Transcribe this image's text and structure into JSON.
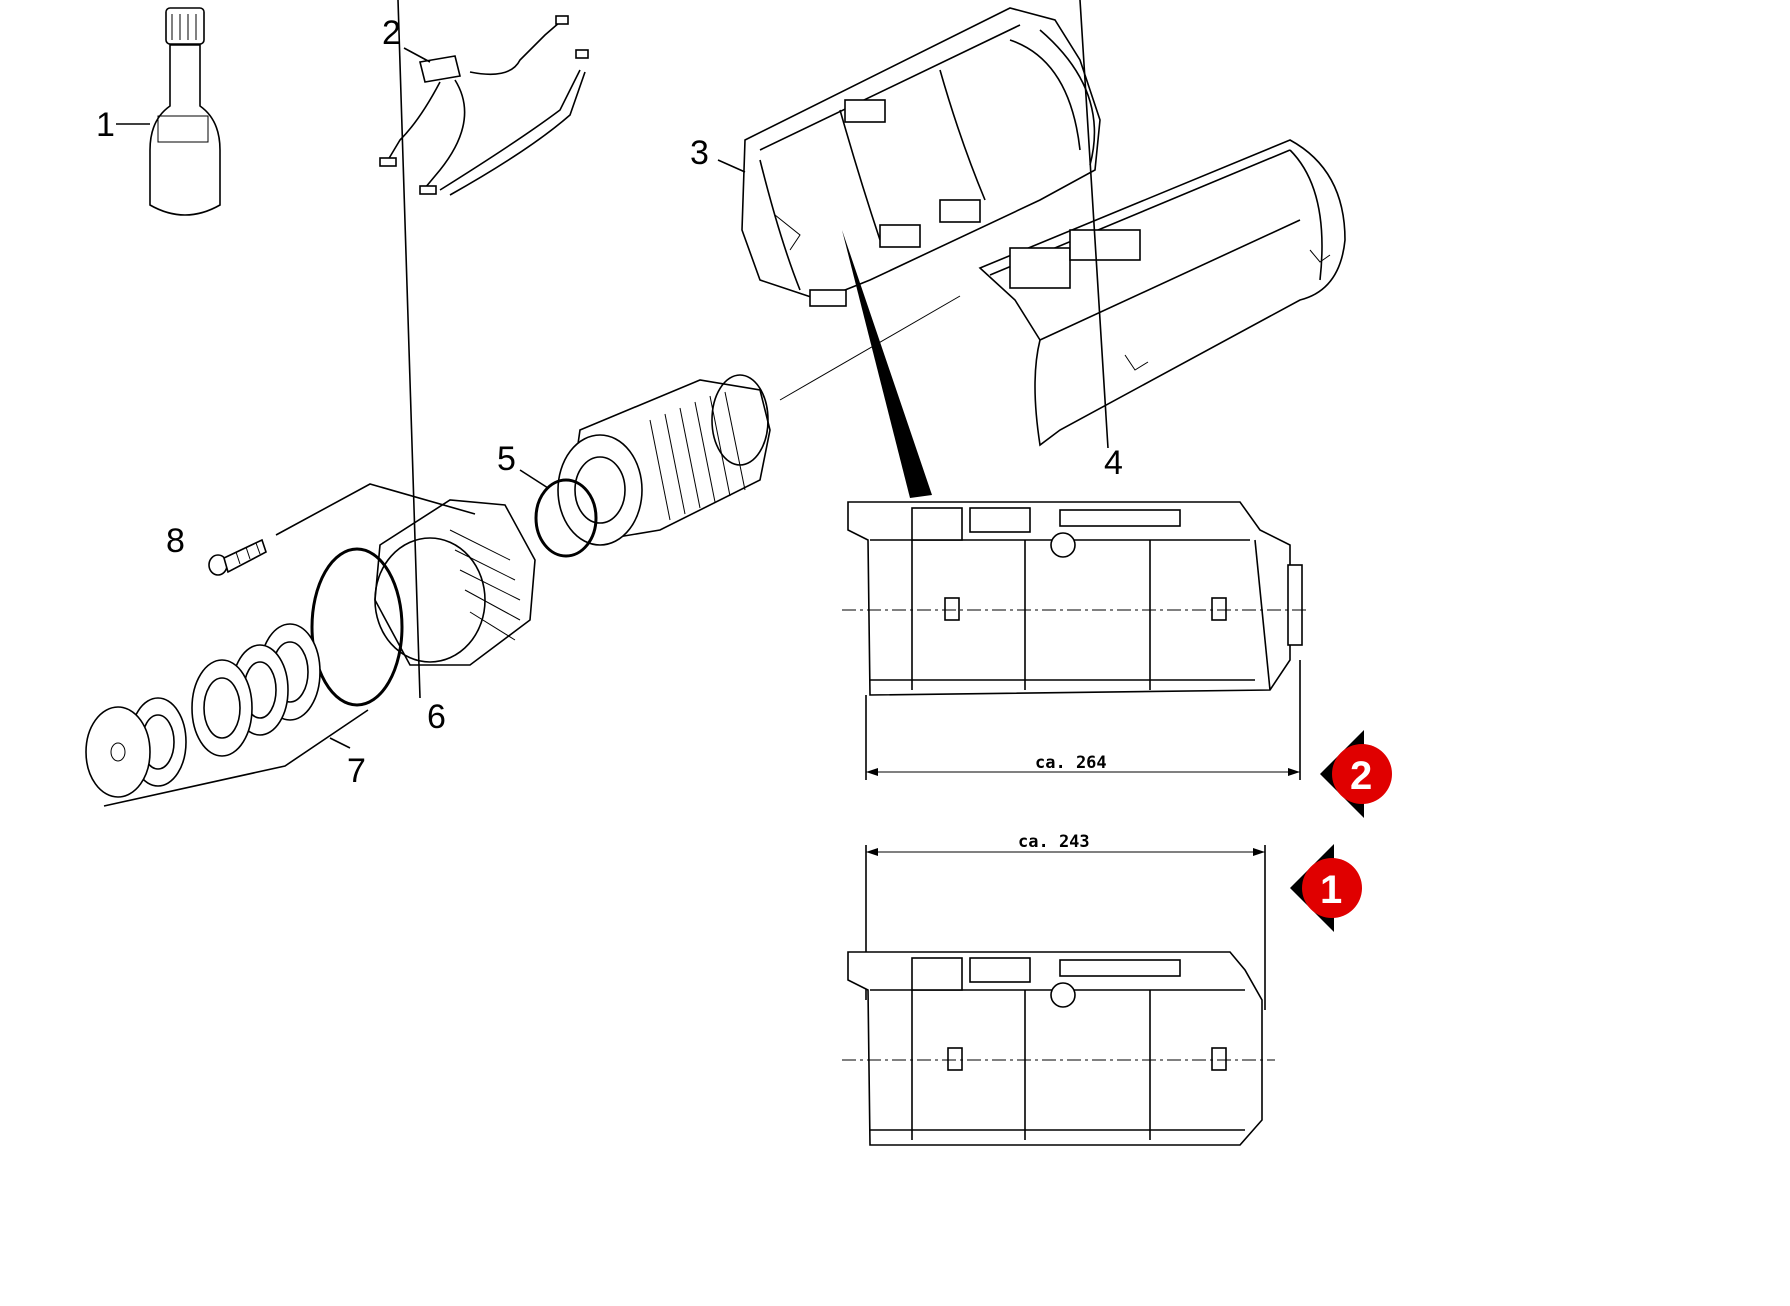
{
  "parts": [
    {
      "number": "1",
      "name": "bottle"
    },
    {
      "number": "2",
      "name": "cable-set"
    },
    {
      "number": "3",
      "name": "housing-shell-left"
    },
    {
      "number": "4",
      "name": "housing-shell-right"
    },
    {
      "number": "5",
      "name": "o-ring-motor"
    },
    {
      "number": "6",
      "name": "o-ring-flange"
    },
    {
      "number": "7",
      "name": "bearing-set"
    },
    {
      "number": "8",
      "name": "screw"
    }
  ],
  "views": [
    {
      "badge": "2",
      "dimension_label": "ca. 264"
    },
    {
      "badge": "1",
      "dimension_label": "ca. 243"
    }
  ],
  "colors": {
    "line": "#000000",
    "badge": "#e00000",
    "badge_text": "#ffffff",
    "arrow": "#000000"
  }
}
